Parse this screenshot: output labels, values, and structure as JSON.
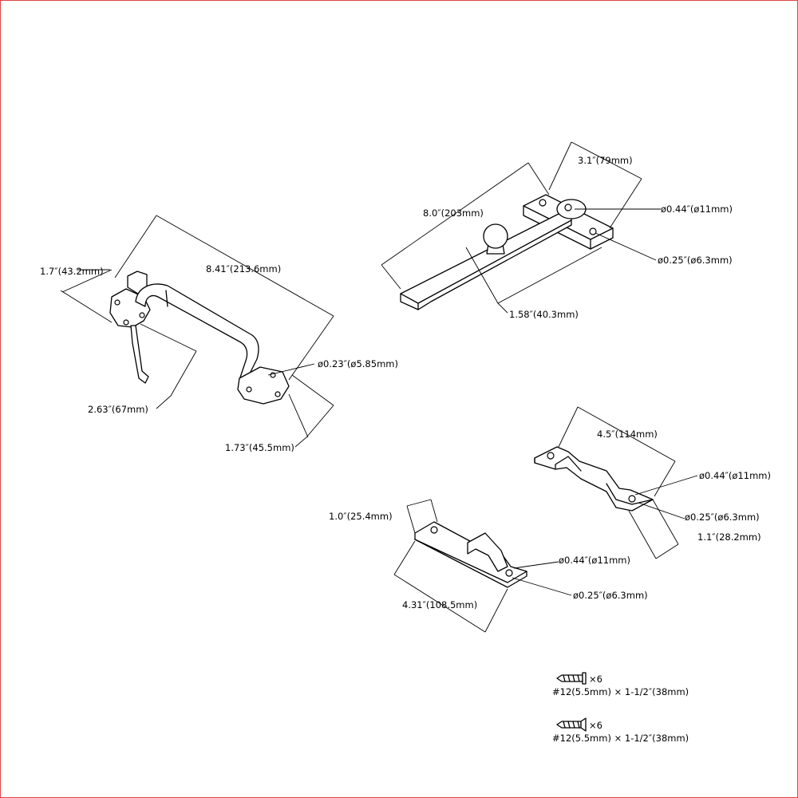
{
  "colors": {
    "frame": "#dd4444",
    "ink": "#000000",
    "paper": "#ffffff"
  },
  "hook_latch": {
    "dim_height": "1.7″(43.2mm)",
    "dim_length": "8.41″(213.6mm)",
    "dim_hole": "ø0.23″(ø5.85mm)",
    "dim_hook": "2.63″(67mm)",
    "dim_plate": "1.73″(45.5mm)"
  },
  "bar_latch": {
    "dim_length": "8.0″(203mm)",
    "dim_width": "3.1″(79mm)",
    "dim_big_hole": "ø0.44″(ø11mm)",
    "dim_small_hole": "ø0.25″(ø6.3mm)",
    "dim_knob": "1.58″(40.3mm)"
  },
  "bar_bracket": {
    "dim_length": "4.5″(114mm)",
    "dim_big_hole": "ø0.44″(ø11mm)",
    "dim_small_hole": "ø0.25″(ø6.3mm)",
    "dim_height": "1.1″(28.2mm)"
  },
  "catch_plate": {
    "dim_height": "1.0″(25.4mm)",
    "dim_big_hole": "ø0.44″(ø11mm)",
    "dim_small_hole": "ø0.25″(ø6.3mm)",
    "dim_length": "4.31″(108.5mm)"
  },
  "screws": [
    {
      "icon": "screw-pan-head-icon",
      "qty": "×6",
      "spec": "#12(5.5mm) × 1-1/2″(38mm)"
    },
    {
      "icon": "screw-flat-head-icon",
      "qty": "×6",
      "spec": "#12(5.5mm) × 1-1/2″(38mm)"
    }
  ]
}
